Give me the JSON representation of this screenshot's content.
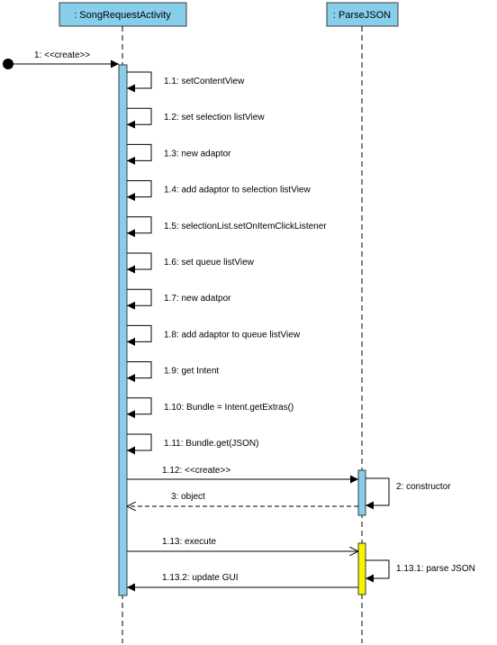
{
  "colors": {
    "lifeline_head": "#87ceeb",
    "activation_blue": "#87ceeb",
    "activation_yellow": "#f5f500",
    "line": "#000000"
  },
  "lifelines": [
    {
      "id": "activity",
      "label": ": SongRequestActivity"
    },
    {
      "id": "parser",
      "label": ": ParseJSON"
    }
  ],
  "messages": {
    "create_activity": "1: <<create>>",
    "self_calls": [
      "1.1: setContentView",
      "1.2: set selection listView",
      "1.3: new adaptor",
      "1.4: add adaptor to selection listView",
      "1.5: selectionList.setOnItemClickListener",
      "1.6: set queue listView",
      "1.7: new adatpor",
      "1.8: add adaptor to queue listView",
      "1.9: get Intent",
      "1.10: Bundle =  Intent.getExtras()",
      "1.11: Bundle.get(JSON)"
    ],
    "create_parser": "1.12: <<create>>",
    "constructor": "2: constructor",
    "object_return": "3: object",
    "execute": "1.13: execute",
    "parse_json": "1.13.1: parse JSON",
    "update_gui": "1.13.2: update GUI"
  }
}
